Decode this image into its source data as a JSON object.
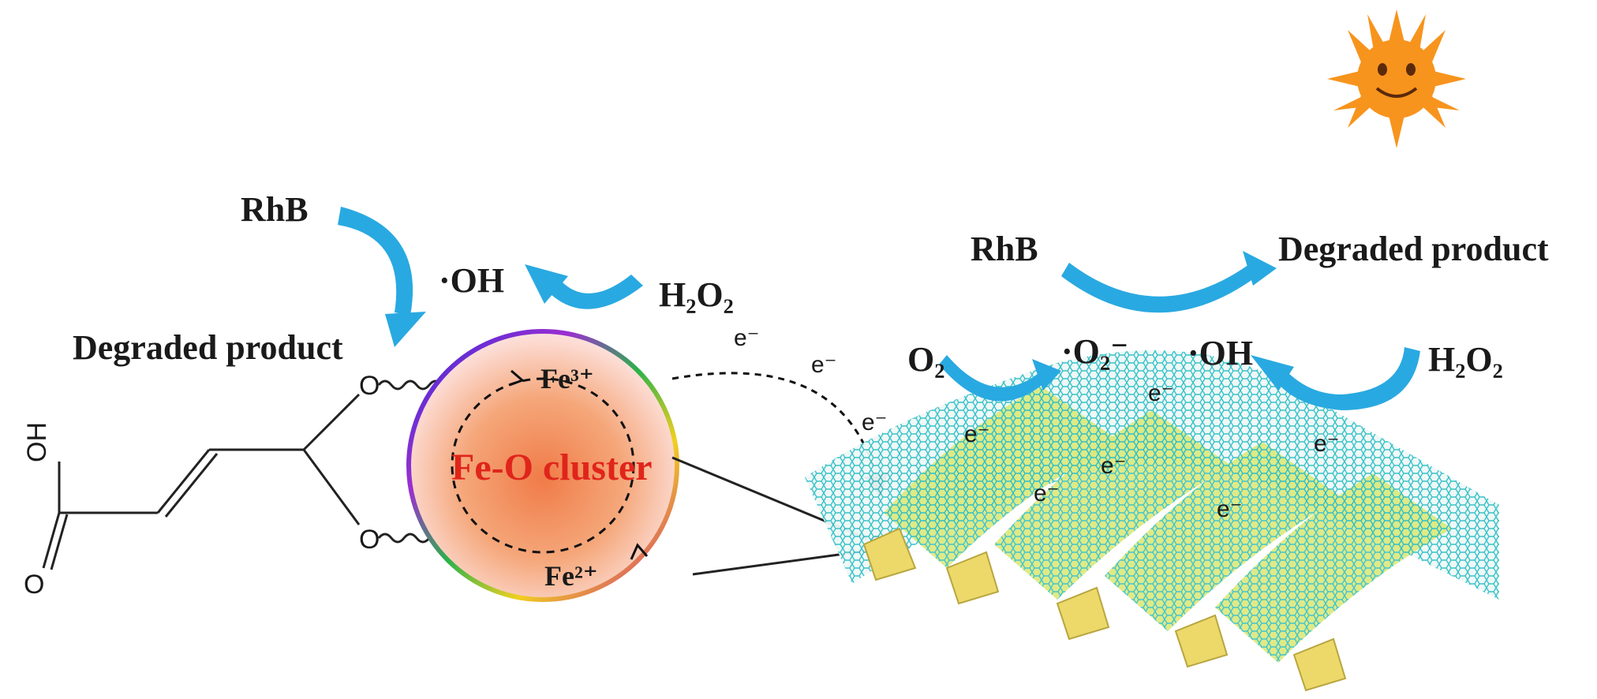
{
  "labels": {
    "rhb_left": "RhB",
    "oh_left": "·OH",
    "h2o2_left": "H₂O₂",
    "degraded_left": "Degraded product",
    "rhb_right": "RhB",
    "degraded_right": "Degraded product",
    "o2": "O₂",
    "superoxide": "·O₂⁻",
    "oh_right": "·OH",
    "h2o2_right": "H₂O₂",
    "cluster": "Fe-O cluster",
    "fe3": "Fe³⁺",
    "fe2": "Fe²⁺",
    "electron": "e⁻",
    "oh_group": "OH",
    "o_carbonyl": "O",
    "o_upper": "O",
    "o_lower": "O"
  },
  "colors": {
    "arrow_blue": "#29a9e1",
    "cluster_text": "#e0251b",
    "sheet_cyan": "#33c9c9",
    "rod_yellow": "#ecd96a",
    "sun_orange": "#f7941d"
  },
  "icons": [
    "sun-icon"
  ]
}
